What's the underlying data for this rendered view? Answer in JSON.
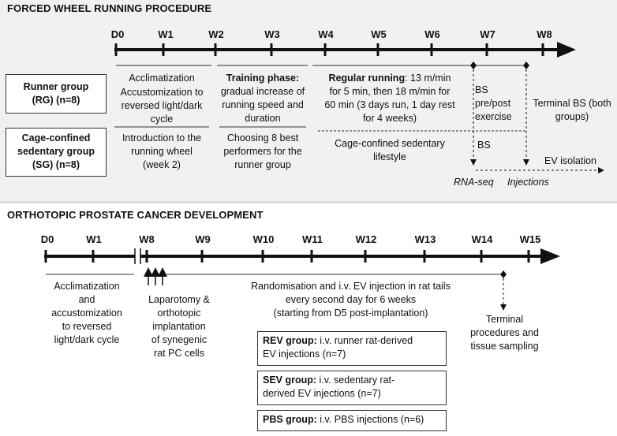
{
  "section1": {
    "title": "FORCED WHEEL RUNNING PROCEDURE",
    "weeks": [
      "D0",
      "W1",
      "W2",
      "W3",
      "W4",
      "W5",
      "W6",
      "W7",
      "W8"
    ],
    "groups": {
      "runner": "Runner group\n(RG) (n=8)",
      "sedentary": "Cage-confined\nsedentary group\n(SG) (n=8)"
    },
    "col1": {
      "acclimatization": "Acclimatization",
      "accustomization": "Accustomization to\nreversed light/dark\ncycle",
      "introduction": "Introduction to the\nrunning wheel\n(week 2)"
    },
    "col2": {
      "training_title": "Training phase:",
      "training_text": "gradual increase of\nrunning speed and\nduration",
      "choosing": "Choosing 8 best\nperformers for the\nrunner group"
    },
    "col3": {
      "regular_title": "Regular running",
      "regular_text_first": ": 13 m/min",
      "regular_text_rest": "for 5 min, then 18 m/min for\n60 min (3 days run, 1 day rest\nfor 4 weeks)",
      "sedentary_lifestyle": "Cage-confined sedentary\nlifestyle"
    },
    "bs_prepost": "BS\npre/post\nexercise",
    "bs": "BS",
    "terminal_bs": "Terminal BS (both\ngroups)",
    "ev_isolation": "EV isolation",
    "rna_seq": "RNA-seq",
    "injections": "Injections"
  },
  "section2": {
    "title": "ORTHOTOPIC PROSTATE CANCER DEVELOPMENT",
    "weeks": [
      "D0",
      "W1",
      "W8",
      "W9",
      "W10",
      "W11",
      "W12",
      "W13",
      "W14",
      "W15"
    ],
    "acclimatization": "Acclimatization\nand\naccustomization\nto reversed\nlight/dark cycle",
    "laparotomy": "Laparotomy &\northotopic\nimplantation\nof synegenic\nrat PC cells",
    "randomisation": "Randomisation and i.v. EV injection in rat tails\nevery second day for 6 weeks\n(starting from D5 post-implantation)",
    "terminal": "Terminal\nprocedures and\ntissue sampling",
    "rev_title": "REV group:",
    "rev_first": " i.v. runner rat-derived",
    "rev_rest": "EV injections (n=7)",
    "sev_title": "SEV group:",
    "sev_first": " i.v. sedentary rat-",
    "sev_rest": "derived EV injections (n=7)",
    "pbs_title": "PBS group:",
    "pbs_text": " i.v. PBS injections (n=6)"
  },
  "colors": {
    "line": "#111111",
    "background_top": "#f1f1f1",
    "separator": "#dcdcdc"
  }
}
